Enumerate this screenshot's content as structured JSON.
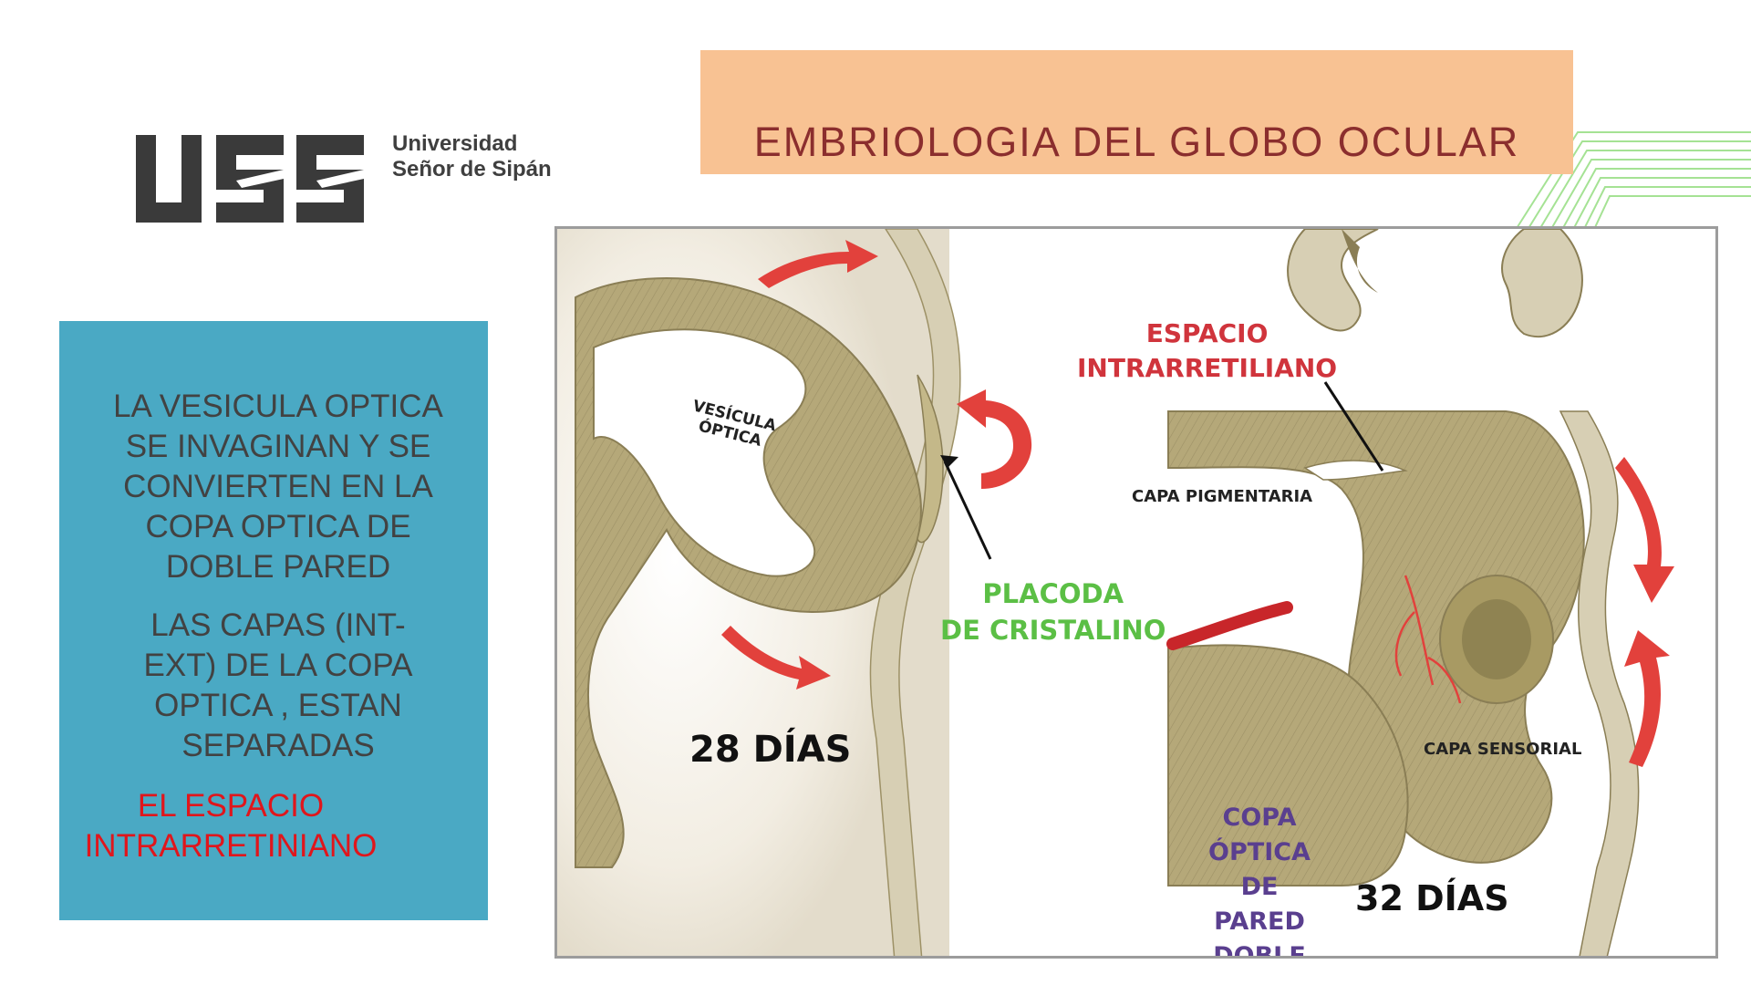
{
  "slide": {
    "title": "EMBRIOLOGIA DEL GLOBO OCULAR",
    "logo": {
      "mark": "USS",
      "line1": "Universidad",
      "line2": "Señor de Sipán"
    },
    "info_panel": {
      "paragraph1": "LA VESICULA OPTICA\nSE INVAGINAN Y SE\nCONVIERTEN EN LA\nCOPA OPTICA DE\nDOBLE PARED",
      "paragraph2": "LAS CAPAS (INT-\nEXT) DE LA COPA\nOPTICA , ESTAN\nSEPARADAS",
      "paragraph3": "EL ESPACIO\nINTRARRETINIANO"
    },
    "figure": {
      "labels": {
        "vesicula": "VESÍCULA\nÓPTICA",
        "day28": "28 DÍAS",
        "placoda": "PLACODA\nDE CRISTALINO",
        "espacio": "ESPACIO\nINTRARRETILIANO",
        "capa_pigmentaria": "CAPA PIGMENTARIA",
        "capa_sensorial": "CAPA SENSORIAL",
        "copa": "COPA\nÓPTICA\nDE\nPARED DOBLE",
        "day32": "32 DÍAS"
      }
    },
    "colors": {
      "title_bar": "#f8c293",
      "title_text": "#8b2e2e",
      "panel": "#4aa9c4",
      "panel_text": "#424242",
      "highlight": "#e0161c",
      "tissue": "#b5a879",
      "arrow": "#e2413c",
      "green_label": "#5bbf45",
      "purple_label": "#5a3f8f",
      "red_label": "#d0343c"
    }
  }
}
